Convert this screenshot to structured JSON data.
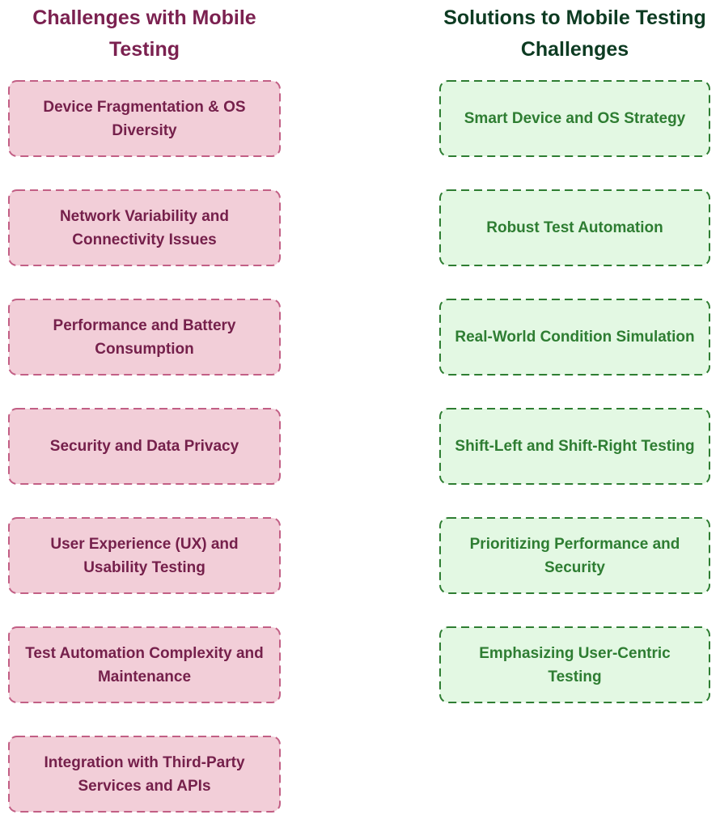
{
  "diagram": {
    "background": "#ffffff",
    "columns": [
      {
        "id": "challenges",
        "title": "Challenges with Mobile Testing",
        "title_color": "#7b2150",
        "box_fill": "#f2ced8",
        "box_border": "#c25f85",
        "box_text_color": "#75204b",
        "items": [
          "Device Fragmentation & OS Diversity",
          "Network Variability and Connectivity Issues",
          "Performance and Battery Consumption",
          "Security and Data Privacy",
          "User Experience (UX) and Usability Testing",
          "Test Automation Complexity and Maintenance",
          "Integration with Third-Party Services and APIs"
        ]
      },
      {
        "id": "solutions",
        "title": "Solutions to Mobile Testing Challenges",
        "title_color": "#0d3b22",
        "box_fill": "#e3f8e3",
        "box_border": "#2e7d32",
        "box_text_color": "#2e7d32",
        "items": [
          "Smart Device and OS Strategy",
          "Robust Test Automation",
          "Real-World Condition Simulation",
          "Shift-Left and Shift-Right Testing",
          "Prioritizing Performance and Security",
          "Emphasizing User-Centric Testing"
        ]
      }
    ]
  }
}
